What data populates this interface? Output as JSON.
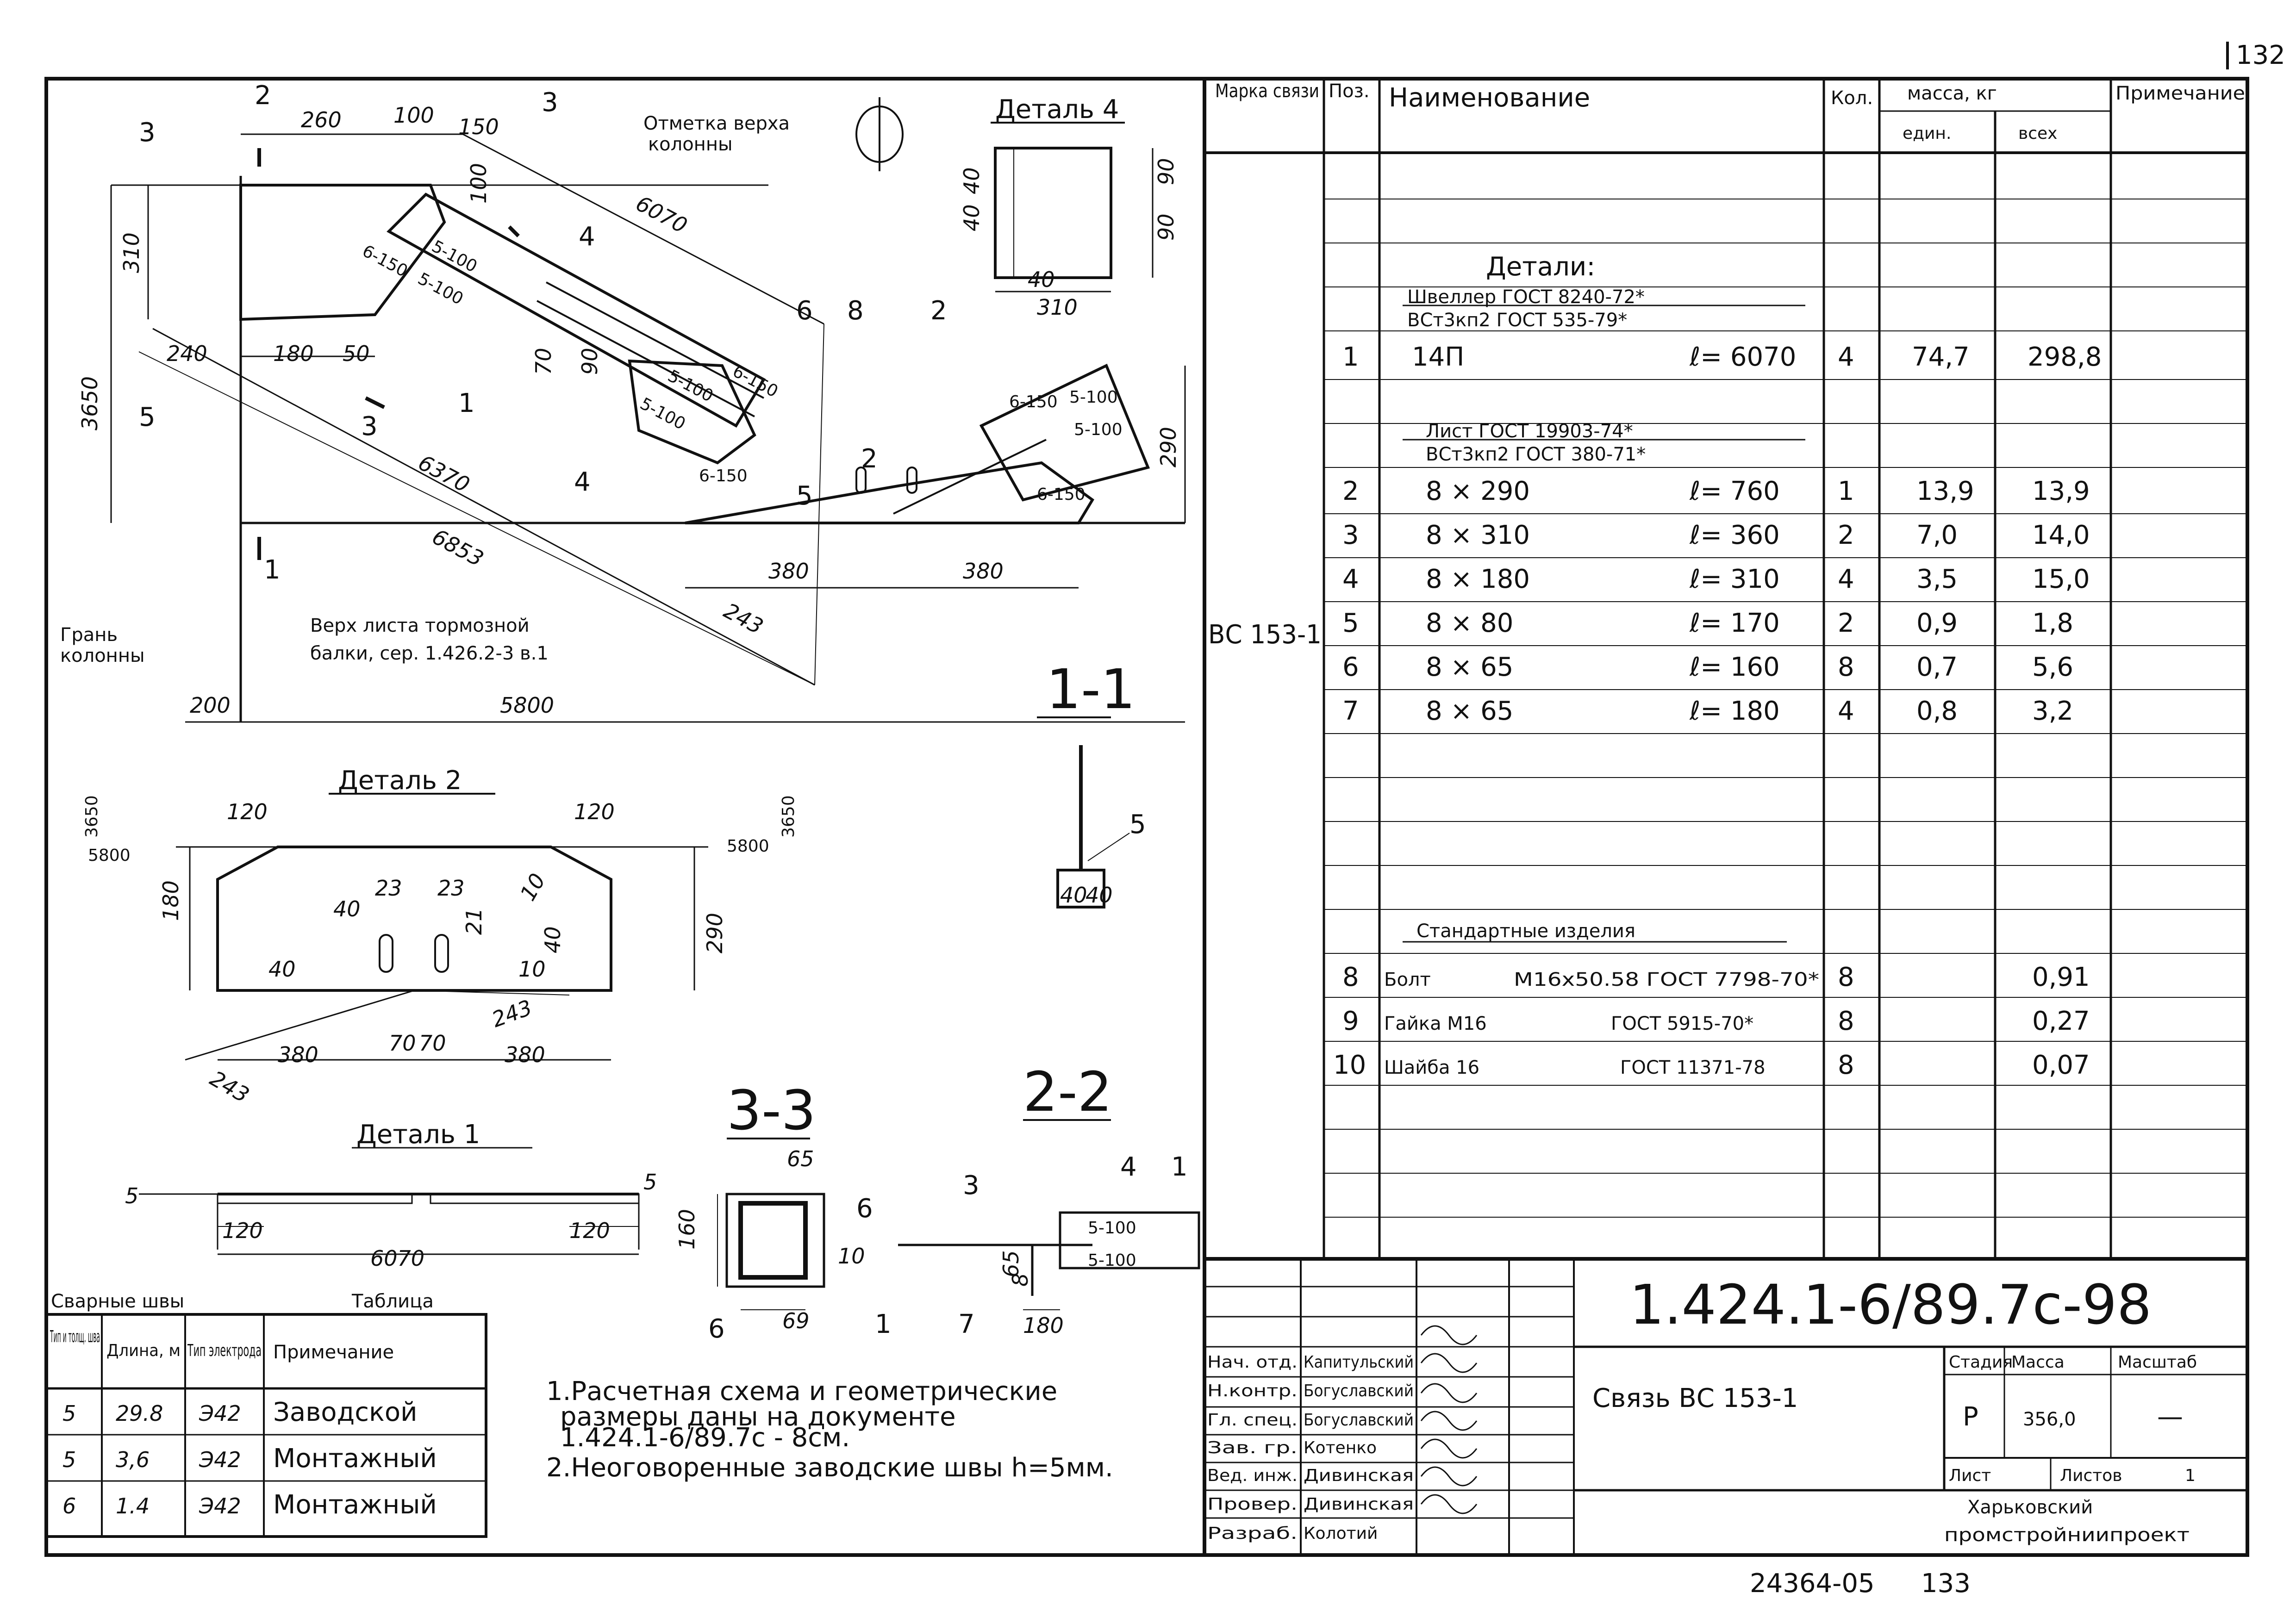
{
  "page_number": "132",
  "bottom_ref": "24364-05",
  "bottom_page": "133",
  "drawing": {
    "top_mark_21": "2",
    "top_mark_3": "3",
    "elevation_note_1": "Отметка верха",
    "elevation_note_2": "колонны",
    "column_face_1": "Грань",
    "column_face_2": "колонны",
    "beam_note_1": "Верх листа тормозной",
    "beam_note_2": "балки, сер. 1.426.2-3  в.1",
    "dims": {
      "d260": "260",
      "d100": "100",
      "d150": "150",
      "d6070": "6070",
      "d310": "310",
      "d3650": "3650",
      "d240": "240",
      "d180": "180",
      "d50": "50",
      "d6370": "6370",
      "d6853": "6853",
      "d243": "243",
      "d380a": "380",
      "d380b": "380",
      "d290": "290",
      "d200": "200",
      "d5800": "5800",
      "d100b": "100",
      "d70": "70",
      "d90": "90"
    },
    "weld_labels": [
      "5-100",
      "5-100",
      "6-150",
      "5-100",
      "6-150",
      "5-100",
      "6-150",
      "5-100",
      "6-150",
      "5-100",
      "6-150"
    ],
    "positions": [
      "3",
      "5",
      "1",
      "2",
      "4",
      "6",
      "8",
      "2",
      "4",
      "5"
    ],
    "section_mark_1": "1",
    "section_mark_3": "3"
  },
  "detail4": {
    "title": "Деталь 4",
    "dims": [
      "40",
      "40",
      "90",
      "90",
      "40",
      "310"
    ]
  },
  "detail2": {
    "title": "Деталь 2",
    "dims": [
      "120",
      "120",
      "3650",
      "5800",
      "3650",
      "5800",
      "180",
      "290",
      "40",
      "40",
      "23",
      "23",
      "21",
      "10",
      "10",
      "40",
      "243",
      "380",
      "380",
      "70",
      "70",
      "243"
    ]
  },
  "detail1": {
    "title": "Деталь 1",
    "dims": [
      "5",
      "5",
      "120",
      "120",
      "6070"
    ]
  },
  "section11": {
    "title": "1-1",
    "dims": [
      "40",
      "40",
      "5"
    ]
  },
  "section33": {
    "title": "3-3",
    "dims": [
      "65",
      "160",
      "10",
      "69",
      "6",
      "6",
      "1"
    ]
  },
  "section22": {
    "title": "2-2",
    "dims": [
      "3",
      "4",
      "1",
      "5-100",
      "5-100",
      "65",
      "8",
      "7",
      "180"
    ]
  },
  "weld_table": {
    "title_left": "Сварные швы",
    "title_right": "Таблица",
    "headers": [
      "Тип и толщ. шва",
      "Длина, м",
      "Тип электрода",
      "Примечание"
    ],
    "rows": [
      {
        "type": "5",
        "length": "29.8",
        "electrode": "Э42",
        "note": "Заводской"
      },
      {
        "type": "5",
        "length": "3,6",
        "electrode": "Э42",
        "note": "Монтажный"
      },
      {
        "type": "6",
        "length": "1.4",
        "electrode": "Э42",
        "note": "Монтажный"
      }
    ]
  },
  "notes": [
    "1.Расчетная схема и геометрические",
    "размеры даны на документе",
    "1.424.1-6/89.7с - 8см.",
    "2.Неоговоренные заводские швы h=5мм."
  ],
  "spec": {
    "headers": {
      "mark": "Марка связи",
      "pos": "Поз.",
      "name": "Наименование",
      "qty": "Кол.",
      "mass": "масса, кг",
      "unit": "един.",
      "total": "всех",
      "note": "Примечание"
    },
    "mark_value": "ВС 153-1",
    "group1_title": "Детали:",
    "group1_std1": "Швеллер      ГОСТ 8240-72*",
    "group1_std2": "ВСт3кп2      ГОСТ 535-79*",
    "group2_std1": "Лист      ГОСТ 19903-74*",
    "group2_std2": "ВСт3кп2   ГОСТ 380-71*",
    "group3_title": "Стандартные   изделия",
    "rows": [
      {
        "pos": "1",
        "name": "14П",
        "len": "ℓ= 6070",
        "qty": "4",
        "unit": "74,7",
        "total": "298,8"
      },
      {
        "pos": "2",
        "name": "8 × 290",
        "len": "ℓ= 760",
        "qty": "1",
        "unit": "13,9",
        "total": "13,9"
      },
      {
        "pos": "3",
        "name": "8 × 310",
        "len": "ℓ= 360",
        "qty": "2",
        "unit": "7,0",
        "total": "14,0"
      },
      {
        "pos": "4",
        "name": "8 × 180",
        "len": "ℓ= 310",
        "qty": "4",
        "unit": "3,5",
        "total": "15,0"
      },
      {
        "pos": "5",
        "name": "8 × 80",
        "len": "ℓ= 170",
        "qty": "2",
        "unit": "0,9",
        "total": "1,8"
      },
      {
        "pos": "6",
        "name": "8 × 65",
        "len": "ℓ= 160",
        "qty": "8",
        "unit": "0,7",
        "total": "5,6"
      },
      {
        "pos": "7",
        "name": "8 × 65",
        "len": "ℓ= 180",
        "qty": "4",
        "unit": "0,8",
        "total": "3,2"
      },
      {
        "pos": "8",
        "name": "Болт",
        "len": "М16х50.58 ГОСТ 7798-70*",
        "qty": "8",
        "unit": "",
        "total": "0,91"
      },
      {
        "pos": "9",
        "name": "Гайка М16",
        "len": "ГОСТ 5915-70*",
        "qty": "8",
        "unit": "",
        "total": "0,27"
      },
      {
        "pos": "10",
        "name": "Шайба 16",
        "len": "ГОСТ 11371-78",
        "qty": "8",
        "unit": "",
        "total": "0,07"
      }
    ]
  },
  "title_block": {
    "doc_number": "1.424.1-6/89.7с-98",
    "title": "Связь ВС 153-1",
    "stage_label": "Стадия",
    "mass_label": "Масса",
    "scale_label": "Масштаб",
    "stage": "Р",
    "mass": "356,0",
    "scale": "—",
    "sheet_label": "Лист",
    "sheets_label": "Листов",
    "sheets": "1",
    "org_1": "Харьковский",
    "org_2": "промстройниипроект",
    "staff": [
      {
        "role": "Нач. отд.",
        "name": "Капитульский"
      },
      {
        "role": "Н.контр.",
        "name": "Богуславский"
      },
      {
        "role": "Гл. спец.",
        "name": "Богуславский"
      },
      {
        "role": "Зав. гр.",
        "name": "Котенко"
      },
      {
        "role": "Вед. инж.",
        "name": "Дивинская"
      },
      {
        "role": "Провер.",
        "name": "Дивинская"
      },
      {
        "role": "Разраб.",
        "name": "Колотий"
      }
    ]
  }
}
